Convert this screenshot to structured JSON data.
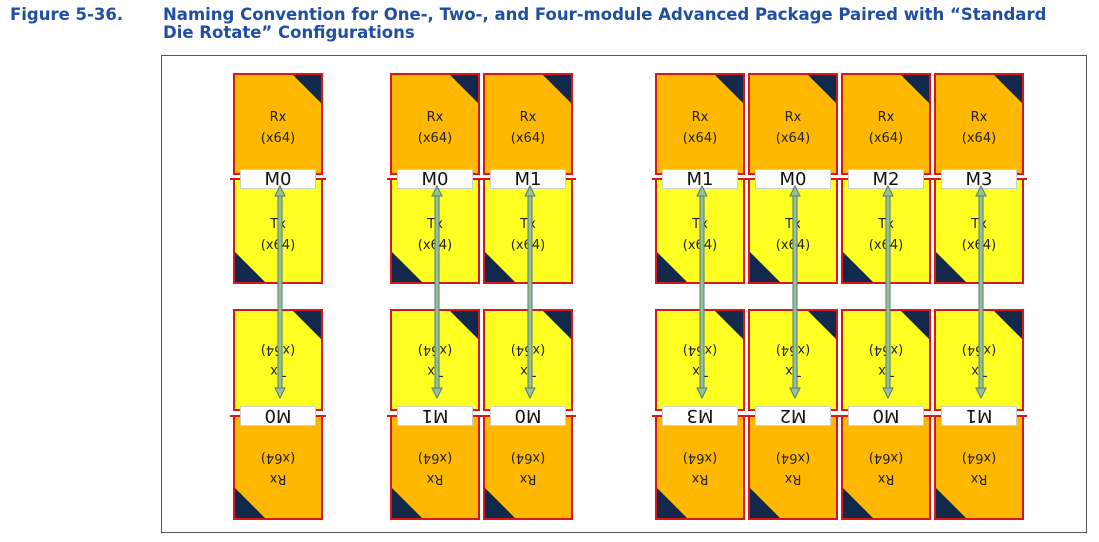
{
  "caption": {
    "figure_number": "Figure 5-36.",
    "title": "Naming Convention for One-, Two-, and Four-module Advanced Package Paired with “Standard Die Rotate” Configurations"
  },
  "tile_text": {
    "rx": "Rx",
    "tx": "Tx",
    "width": "(x64)"
  },
  "colors": {
    "rx": "#ffb800",
    "tx": "#ffff22",
    "border": "#d81818",
    "corner": "#13294b",
    "arrow": "#9ec08a",
    "caption": "#1f4ea3"
  },
  "groups": [
    {
      "top_modules": [
        "M0"
      ],
      "bottom_modules": [
        "M0"
      ]
    },
    {
      "top_modules": [
        "M0",
        "M1"
      ],
      "bottom_modules": [
        "M1",
        "M0"
      ]
    },
    {
      "top_modules": [
        "M1",
        "M0",
        "M2",
        "M3"
      ],
      "bottom_modules": [
        "M3",
        "M2",
        "M0",
        "M1"
      ]
    }
  ]
}
